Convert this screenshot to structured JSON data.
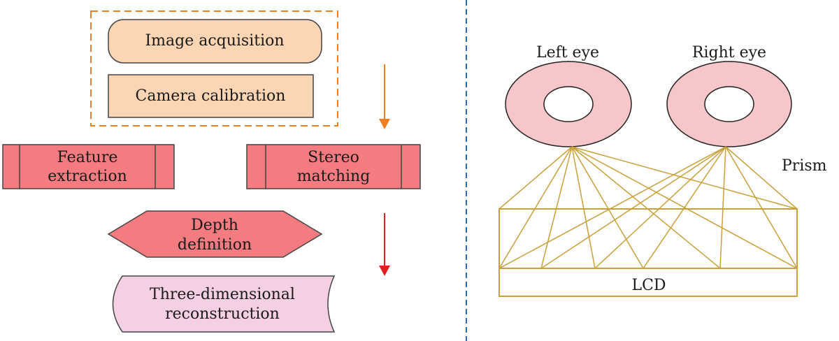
{
  "left_panel": {
    "step_image_acquisition": "Image acquisition",
    "step_camera_calibration": "Camera calibration",
    "step_feature_extraction": [
      "Feature",
      "extraction"
    ],
    "step_stereo_matching": [
      "Stereo",
      "matching"
    ],
    "step_depth_definition": [
      "Depth",
      "definition"
    ],
    "step_reconstruction": [
      "Three-dimensional",
      "reconstruction"
    ]
  },
  "right_panel": {
    "left_eye": "Left eye",
    "right_eye": "Right eye",
    "prism": "Prism",
    "lcd": "LCD"
  },
  "colors": {
    "peach": "#fcd5b5",
    "salmon": "#f47c80",
    "pink_light": "#f5cfe3",
    "eye_pink": "#f7c6c8",
    "ray_gold": "#c9a03a",
    "arrow_orange": "#ef7d22",
    "arrow_red": "#e02020",
    "divider_blue": "#2b6aa6"
  }
}
